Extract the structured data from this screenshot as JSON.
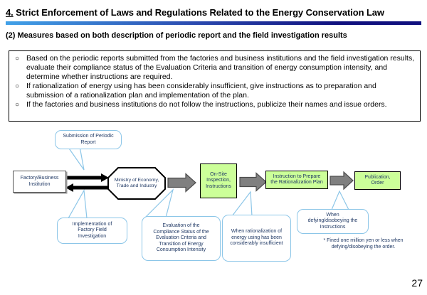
{
  "slide": {
    "title_number": "4.",
    "title_text": " Strict Enforcement of Laws and Regulations Related to the Energy Conservation Law",
    "subtitle": "(2) Measures based on both description of periodic report  and the field investigation results",
    "page_number": "27"
  },
  "summary_box": {
    "bullet_marker": "○",
    "bullets": [
      "Based on the periodic reports submitted from the factories and business institutions and the field investigation results, evaluate their compliance status of the Evaluation Criteria and transition of energy consumption intensity, and determine whether instructions are required.",
      "If rationalization of energy using has been considerably insufficient, give instructions as to preparation and submission of a rationalization plan and implementation of the plan.",
      "If the factories and business institutions do not follow the instructions, publicize their names and issue orders."
    ]
  },
  "diagram": {
    "submission_callout": "Submission of  Periodic\nReport",
    "factory_box": "Factory/Business\nInstitution",
    "ministry_node": "Ministry of Economy,\nTrade and Industry",
    "onsite_box": "On-Site\nInspection,\nInstructions",
    "instruction_box": "Instruction to Prepare\nthe Rationalization Plan",
    "publication_box": "Publication,\nOrder",
    "implementation_callout": "Implementation of\nFactory Field\nInvestigation",
    "evaluation_callout": "Evaluation of the\nCompliance Status of the\nEvaluation Criteria and\nTransition of Energy\nConsumption Intensity",
    "rationalization_callout": "When rationalization of\nenergy using has been\nconsiderably insufficient",
    "defying_callout": "When\ndefying/disobeying the\nInstructions",
    "footnote": "* Fined  one million yen or less when\ndefying/disobeying the order."
  },
  "colors": {
    "accent_bar_start": "#41A1E8",
    "accent_bar_end": "#10107E",
    "green_box_fill": "#CCFF99",
    "callout_border": "#8CC6E8",
    "flow_arrow_fill": "#808080",
    "diagram_text": "#1F3864"
  }
}
